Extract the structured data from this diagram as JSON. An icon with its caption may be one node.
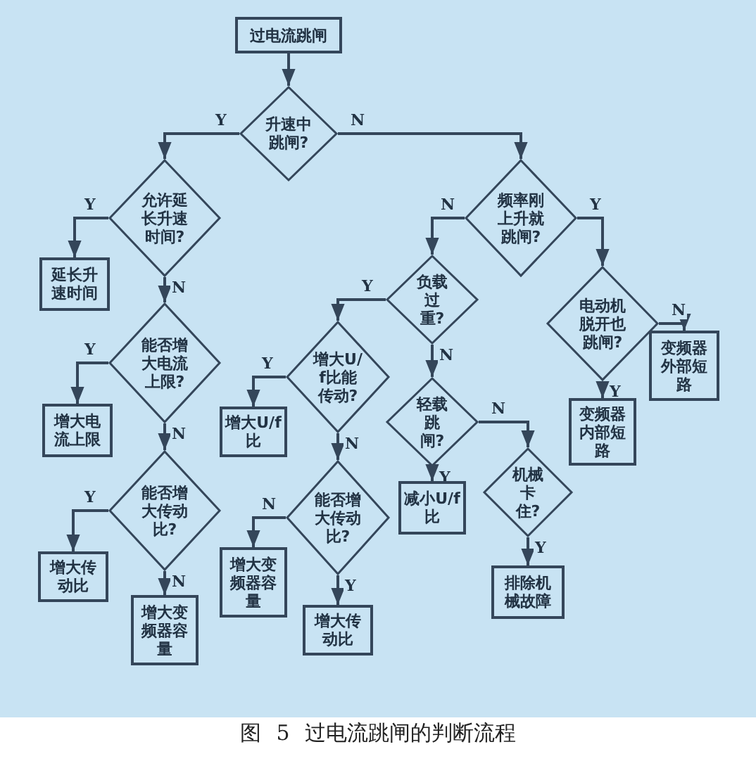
{
  "diagram": {
    "caption": "图 5 过电流跳闸的判断流程",
    "nodes": [
      {
        "text": [
          "过电流跳闸"
        ]
      },
      {
        "text": [
          "升速中跳闸?"
        ]
      },
      {
        "text": [
          "允许延长升速时间?"
        ]
      },
      {
        "text": [
          "延长升速时间"
        ]
      },
      {
        "text": [
          "能否增大电流上限?"
        ]
      },
      {
        "text": [
          "增大电流上限"
        ]
      },
      {
        "text": [
          "能否增大传动比?"
        ]
      },
      {
        "text": [
          "增大传动比"
        ]
      },
      {
        "text": [
          "增大变频器容量"
        ]
      },
      {
        "text": [
          "频率刚上升就跳闸?"
        ]
      },
      {
        "text": [
          "负载过重?"
        ]
      },
      {
        "text": [
          "增大U/f比能传动?"
        ]
      },
      {
        "text": [
          "增大U/f比"
        ]
      },
      {
        "text": [
          "能否增大传动比?"
        ]
      },
      {
        "text": [
          "增大变频器容量"
        ]
      },
      {
        "text": [
          "增大传动比"
        ]
      },
      {
        "text": [
          "轻载跳闸?"
        ]
      },
      {
        "text": [
          "减小U/f比"
        ]
      },
      {
        "text": [
          "机械卡住?"
        ]
      },
      {
        "text": [
          "排除机械故障"
        ]
      },
      {
        "text": [
          "电动机脱开也跳闸?"
        ]
      },
      {
        "text": [
          "变频器内部短路"
        ]
      },
      {
        "text": [
          "变频器外部短路"
        ]
      }
    ],
    "edges": [
      {
        "from": 0,
        "to": 1,
        "arrow": "to"
      },
      {
        "from": 1,
        "to": 2,
        "arrow": "to",
        "label": "Y"
      },
      {
        "from": 1,
        "to": 9,
        "arrow": "to",
        "label": "N"
      },
      {
        "from": 2,
        "to": 3,
        "arrow": "to",
        "label": "Y"
      },
      {
        "from": 2,
        "to": 4,
        "arrow": "to",
        "label": "N"
      },
      {
        "from": 4,
        "to": 5,
        "arrow": "to",
        "label": "Y"
      },
      {
        "from": 4,
        "to": 6,
        "arrow": "to",
        "label": "N"
      },
      {
        "from": 6,
        "to": 7,
        "arrow": "to",
        "label": "Y"
      },
      {
        "from": 6,
        "to": 8,
        "arrow": "to",
        "label": "N"
      },
      {
        "from": 9,
        "to": 10,
        "arrow": "to",
        "label": "N"
      },
      {
        "from": 9,
        "to": 20,
        "arrow": "to",
        "label": "Y"
      },
      {
        "from": 10,
        "to": 11,
        "arrow": "to",
        "label": "Y"
      },
      {
        "from": 10,
        "to": 16,
        "arrow": "to",
        "label": "N"
      },
      {
        "from": 11,
        "to": 12,
        "arrow": "to",
        "label": "Y"
      },
      {
        "from": 11,
        "to": 13,
        "arrow": "to",
        "label": "N"
      },
      {
        "from": 13,
        "to": 14,
        "arrow": "to",
        "label": "N"
      },
      {
        "from": 13,
        "to": 15,
        "arrow": "to",
        "label": "Y"
      },
      {
        "from": 16,
        "to": 17,
        "arrow": "to",
        "label": "Y"
      },
      {
        "from": 16,
        "to": 18,
        "arrow": "to",
        "label": "N"
      },
      {
        "from": 18,
        "to": 19,
        "arrow": "to",
        "label": "Y"
      },
      {
        "from": 20,
        "to": 21,
        "arrow": "to",
        "label": "Y"
      },
      {
        "from": 20,
        "to": 22,
        "arrow": "to",
        "label": "N"
      }
    ]
  }
}
